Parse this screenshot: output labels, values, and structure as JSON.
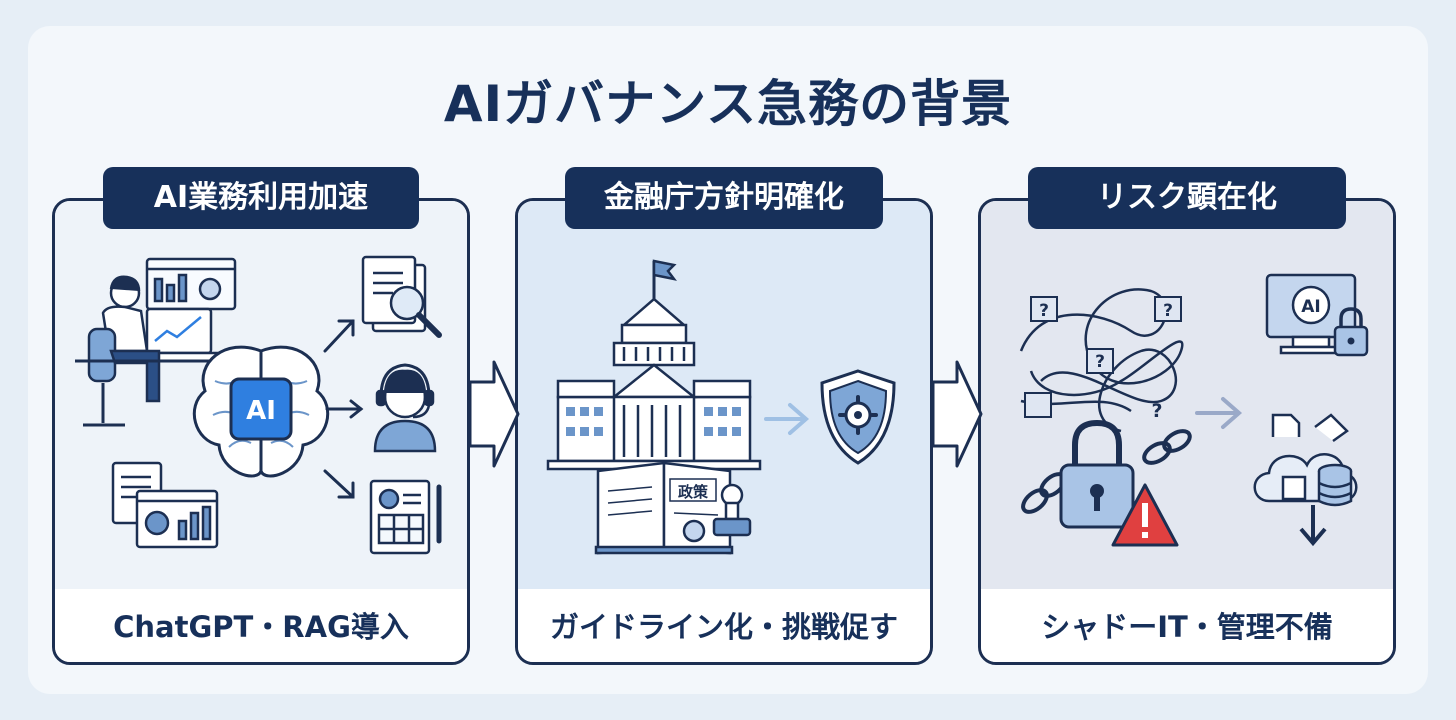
{
  "title": "AIガバナンス急務の背景",
  "panels": [
    {
      "label": "AI業務利用加速",
      "caption": "ChatGPT・RAG導入",
      "chip_text": "AI"
    },
    {
      "label": "金融庁方針明確化",
      "caption": "ガイドライン化・挑戦促す",
      "book_text": "政策"
    },
    {
      "label": "リスク顕在化",
      "caption": "シャドーIT・管理不備",
      "monitor_text": "AI",
      "question_mark": "?"
    }
  ],
  "colors": {
    "navy": "#17305a",
    "accent_blue": "#2f7fe0",
    "alert_red": "#e04040"
  }
}
